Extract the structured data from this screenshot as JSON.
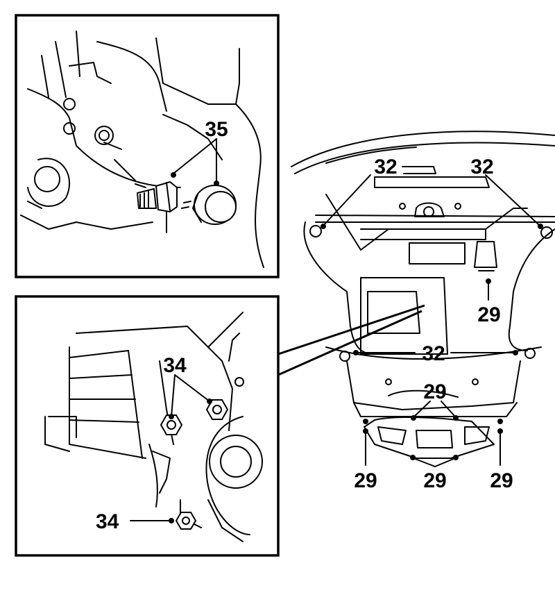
{
  "callouts": {
    "c35": "35",
    "c34_upper": "34",
    "c34_lower": "34",
    "c32_top_left": "32",
    "c32_top_right": "32",
    "c32_middle": "32",
    "c29_right_upper": "29",
    "c29_center_upper": "29",
    "c29_bottom_left": "29",
    "c29_bottom_center": "29",
    "c29_bottom_right": "29"
  }
}
